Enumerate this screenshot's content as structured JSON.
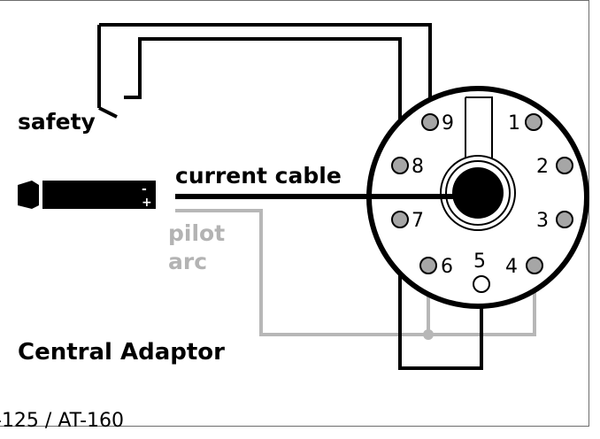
{
  "labels": {
    "safety": "safety",
    "current_cable": "current cable",
    "pilot": "pilot",
    "arc": "arc",
    "central_adaptor": "Central Adaptor",
    "model": "-125 / AT-160",
    "minus": "-",
    "plus": "+"
  },
  "pins": [
    {
      "id": "9",
      "label": "9"
    },
    {
      "id": "1",
      "label": "1"
    },
    {
      "id": "8",
      "label": "8"
    },
    {
      "id": "2",
      "label": "2"
    },
    {
      "id": "7",
      "label": "7"
    },
    {
      "id": "3",
      "label": "3"
    },
    {
      "id": "6",
      "label": "6"
    },
    {
      "id": "5",
      "label": "5"
    },
    {
      "id": "4",
      "label": "4"
    }
  ],
  "colors": {
    "wire_black": "#000000",
    "wire_grey": "#b7b7b7",
    "pin_fill": "#a6a6a6",
    "pilot_text": "#b3b3b3"
  }
}
